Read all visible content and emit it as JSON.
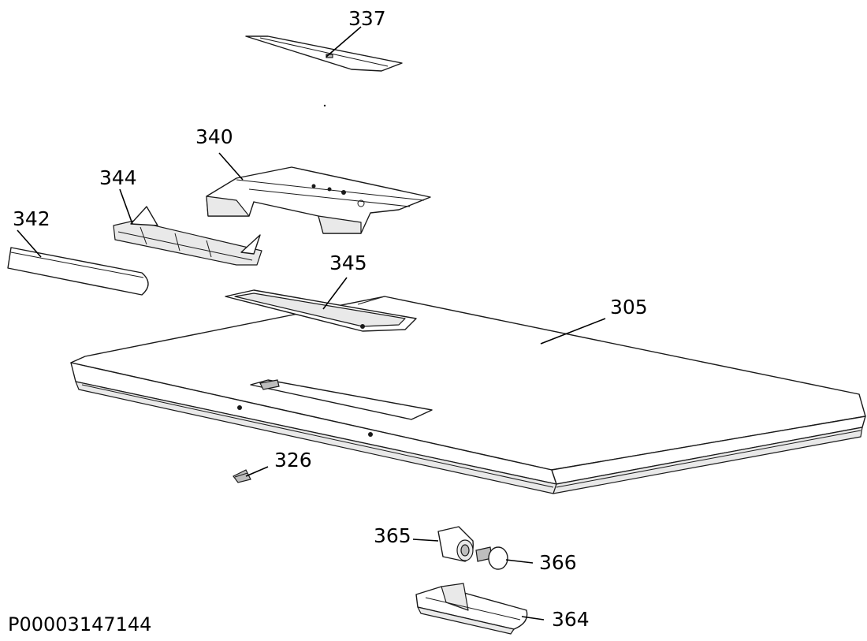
{
  "diagram": {
    "part_code": "P00003147144",
    "callouts": {
      "c305": "305",
      "c326": "326",
      "c337": "337",
      "c340": "340",
      "c342": "342",
      "c344": "344",
      "c345": "345",
      "c364": "364",
      "c365": "365",
      "c366": "366"
    }
  }
}
